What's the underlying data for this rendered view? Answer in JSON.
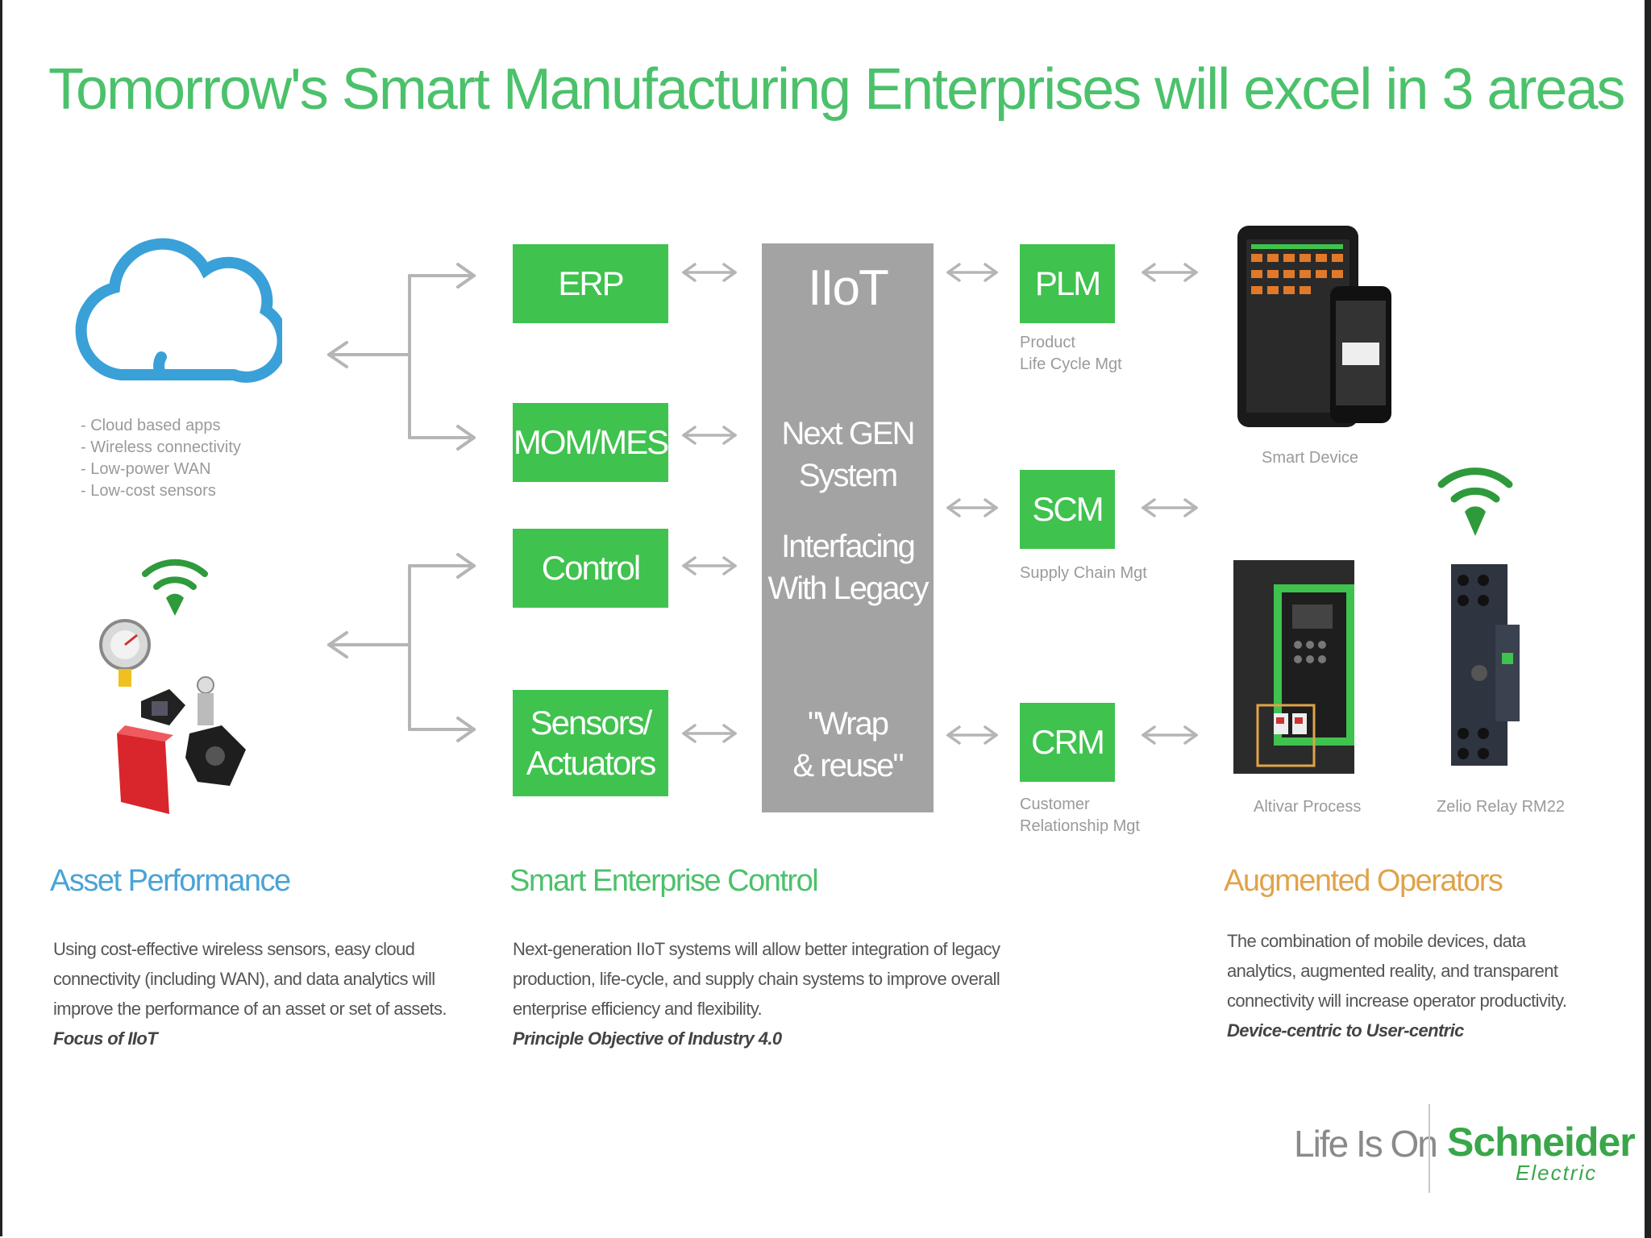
{
  "title": "Tomorrow's Smart Manufacturing Enterprises will excel in 3 areas",
  "colors": {
    "green": "#3fc24e",
    "title_green": "#4cc16b",
    "cloud_blue": "#3aa0d8",
    "gray": "#a3a3a3",
    "orange": "#e0a34a"
  },
  "cloud": {
    "icon": "cloud-icon",
    "bullets": [
      "- Cloud based apps",
      "- Wireless connectivity",
      "- Low-power WAN",
      "- Low-cost sensors"
    ]
  },
  "boxes_left": [
    "ERP",
    "MOM/MES",
    "Control",
    "Sensors/\nActuators"
  ],
  "iiot": {
    "title": "IIoT",
    "line1": "Next GEN\nSystem",
    "line2": "Interfacing\nWith Legacy",
    "line3": "\"Wrap\n& reuse\""
  },
  "boxes_right": [
    {
      "label": "PLM",
      "caption": "Product\nLife Cycle Mgt"
    },
    {
      "label": "SCM",
      "caption": "Supply Chain Mgt"
    },
    {
      "label": "CRM",
      "caption": "Customer\nRelationship Mgt"
    }
  ],
  "device_captions": {
    "smart": "Smart Device",
    "altivar": "Altivar Process",
    "relay": "Zelio Relay RM22"
  },
  "sections": [
    {
      "heading": "Asset Performance",
      "text": "Using cost-effective wireless sensors, easy cloud connectivity (including WAN), and data analytics will improve the performance of an asset or set of assets.",
      "emphasis": "Focus of IIoT"
    },
    {
      "heading": "Smart Enterprise Control",
      "text": "Next-generation IIoT systems will allow better integration of legacy production, life-cycle, and supply chain systems to improve overall enterprise efficiency and flexibility.",
      "emphasis": "Principle Objective of Industry 4.0"
    },
    {
      "heading": "Augmented Operators",
      "text": "The combination of mobile devices, data analytics, augmented reality, and transparent connectivity will increase operator productivity.",
      "emphasis": "Device-centric to User-centric"
    }
  ],
  "logo": {
    "tagline": "Life Is On",
    "brand": "Schneider",
    "sub": "Electric"
  }
}
